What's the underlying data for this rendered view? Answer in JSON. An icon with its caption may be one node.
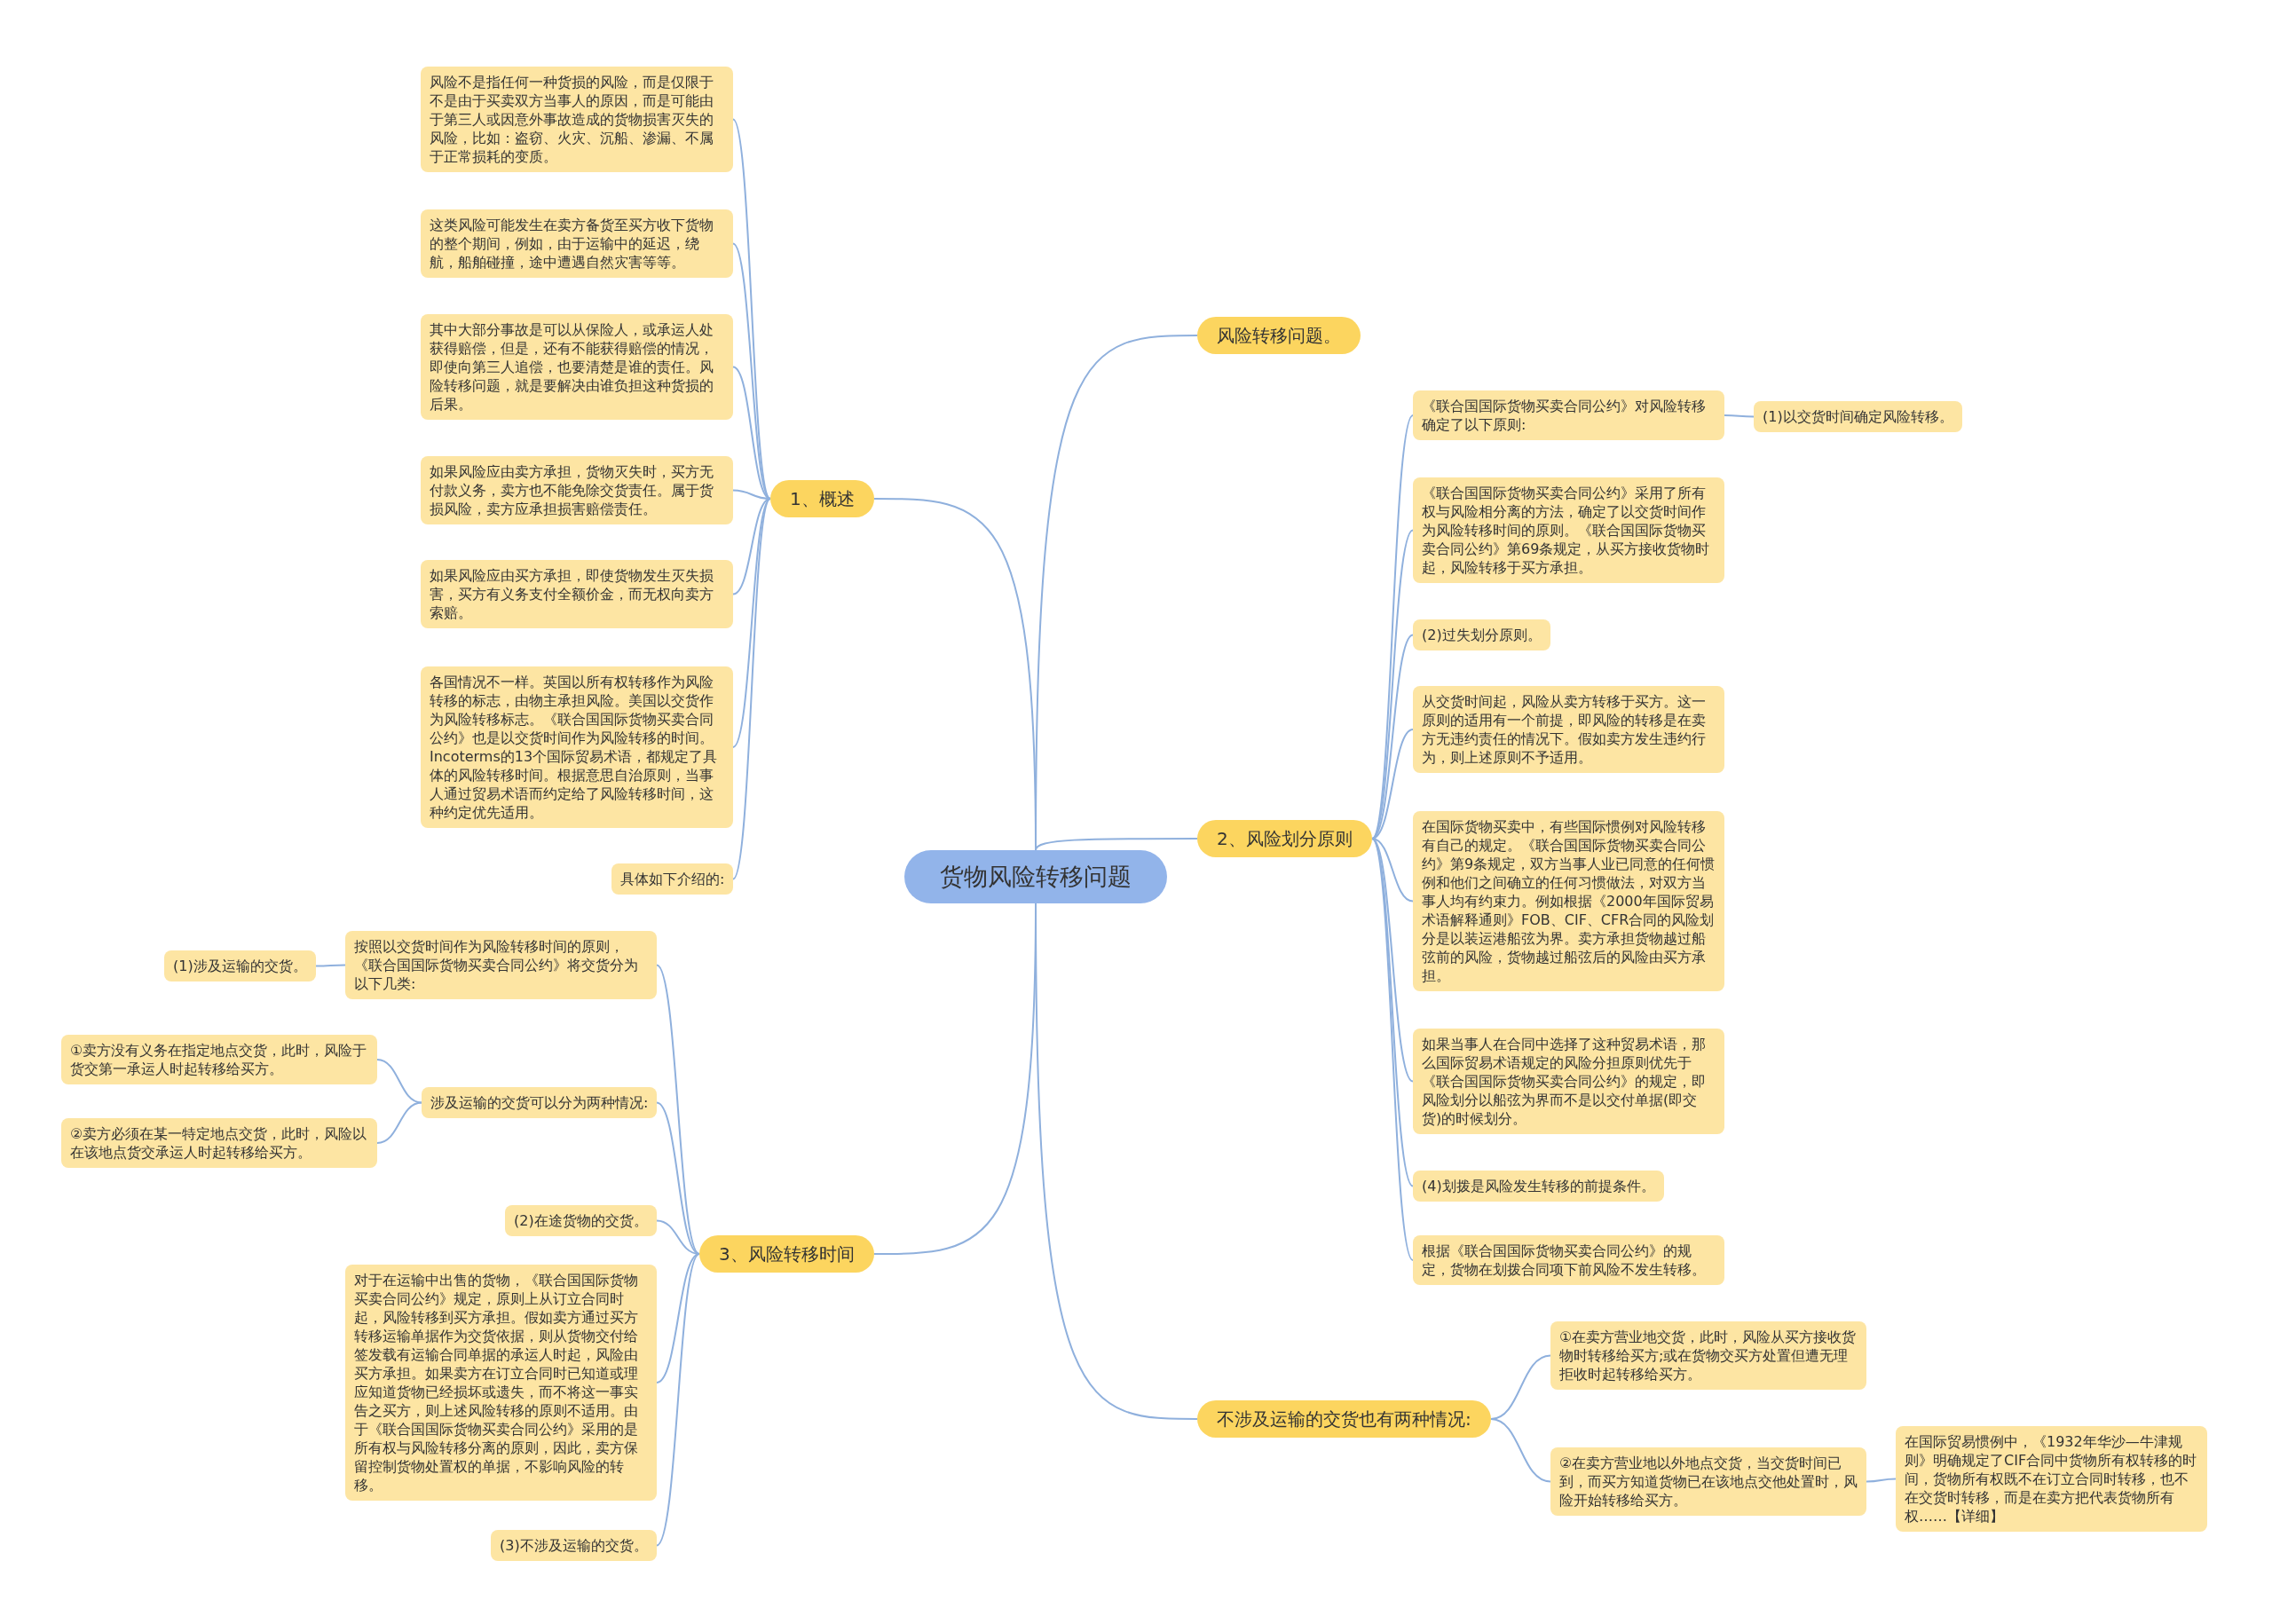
{
  "diagram": {
    "nodes": [
      {
        "text": [
          "货物风险转移问题"
        ]
      },
      {
        "text": [
          "风险转移问题。"
        ]
      },
      {
        "text": [
          "2、风险划分原则"
        ]
      },
      {
        "text": [
          "不涉及运输的交货也有两种情况:"
        ]
      },
      {
        "text": [
          "1、概述"
        ]
      },
      {
        "text": [
          "3、风险转移时间"
        ]
      },
      {
        "text": [
          "风险不是指任何一种货损的风险，而是仅限于不是由于买卖双方当事人的原因，而是可能由于第三人或因意外事故造成的货物损害灭失的风险，比如：盗窃、火灾、沉船、渗漏、不属于正常损耗的变质。"
        ]
      },
      {
        "text": [
          "这类风险可能发生在卖方备货至买方收下货物的整个期间，例如，由于运输中的延迟，绕航，船舶碰撞，途中遭遇自然灾害等等。"
        ]
      },
      {
        "text": [
          "其中大部分事故是可以从保险人，或承运人处获得赔偿，但是，还有不能获得赔偿的情况，即使向第三人追偿，也要清楚是谁的责任。风险转移问题，就是要解决由谁负担这种货损的后果。"
        ]
      },
      {
        "text": [
          "如果风险应由卖方承担，货物灭失时，买方无付款义务，卖方也不能免除交货责任。属于货损风险，卖方应承担损害赔偿责任。"
        ]
      },
      {
        "text": [
          "如果风险应由买方承担，即使货物发生灭失损害，买方有义务支付全额价金，而无权向卖方索赔。"
        ]
      },
      {
        "text": [
          "各国情况不一样。英国以所有权转移作为风险转移的标志，由物主承担风险。美国以交货作为风险转移标志。《联合国国际货物买卖合同公约》也是以交货时间作为风险转移的时间。Incoterms的13个国际贸易术语，都规定了具体的风险转移时间。根据意思自治原则，当事人通过贸易术语而约定给了风险转移时间，这种约定优先适用。"
        ]
      },
      {
        "text": [
          "具体如下介绍的:"
        ]
      },
      {
        "text": [
          "《联合国国际货物买卖合同公约》对风险转移确定了以下原则:"
        ]
      },
      {
        "text": [
          "(1)以交货时间确定风险转移。"
        ]
      },
      {
        "text": [
          "《联合国国际货物买卖合同公约》采用了所有权与风险相分离的方法，确定了以交货时间作为风险转移时间的原则。《联合国国际货物买卖合同公约》第69条规定，从买方接收货物时起，风险转移于买方承担。"
        ]
      },
      {
        "text": [
          "(2)过失划分原则。"
        ]
      },
      {
        "text": [
          "从交货时间起，风险从卖方转移于买方。这一原则的适用有一个前提，即风险的转移是在卖方无违约责任的情况下。假如卖方发生违约行为，则上述原则不予适用。"
        ]
      },
      {
        "text": [
          "在国际货物买卖中，有些国际惯例对风险转移有自己的规定。《联合国国际货物买卖合同公约》第9条规定，双方当事人业已同意的任何惯例和他们之间确立的任何习惯做法，对双方当事人均有约束力。例如根据《2000年国际贸易术语解释通则》FOB、CIF、CFR合同的风险划分是以装运港船弦为界。卖方承担货物越过船弦前的风险，货物越过船弦后的风险由买方承担。"
        ]
      },
      {
        "text": [
          "如果当事人在合同中选择了这种贸易术语，那么国际贸易术语规定的风险分担原则优先于《联合国国际货物买卖合同公约》的规定，即风险划分以船弦为界而不是以交付单据(即交货)的时候划分。"
        ]
      },
      {
        "text": [
          "(4)划拨是风险发生转移的前提条件。"
        ]
      },
      {
        "text": [
          "根据《联合国国际货物买卖合同公约》的规定，货物在划拨合同项下前风险不发生转移。"
        ]
      },
      {
        "text": [
          "①在卖方营业地交货，此时，风险从买方接收货物时转移给买方;或在货物交买方处置但遭无理拒收时起转移给买方。"
        ]
      },
      {
        "text": [
          "②在卖方营业地以外地点交货，当交货时间已到，而买方知道货物已在该地点交他处置时，风险开始转移给买方。"
        ]
      },
      {
        "text": [
          "在国际贸易惯例中，《1932年华沙—牛津规则》明确规定了CIF合同中货物所有权转移的时间，货物所有权既不在订立合同时转移，也不在交货时转移，而是在卖方把代表货物所有权……【详细】"
        ]
      },
      {
        "text": [
          "按照以交货时间作为风险转移时间的原则，《联合国国际货物买卖合同公约》将交货分为以下几类:"
        ]
      },
      {
        "text": [
          "(1)涉及运输的交货。"
        ]
      },
      {
        "text": [
          "涉及运输的交货可以分为两种情况:"
        ]
      },
      {
        "text": [
          "①卖方没有义务在指定地点交货，此时，风险于货交第一承运人时起转移给买方。"
        ]
      },
      {
        "text": [
          "②卖方必须在某一特定地点交货，此时，风险以在该地点货交承运人时起转移给买方。"
        ]
      },
      {
        "text": [
          "(2)在途货物的交货。"
        ]
      },
      {
        "text": [
          "对于在运输中出售的货物，《联合国国际货物买卖合同公约》规定，原则上从订立合同时起，风险转移到买方承担。假如卖方通过买方转移运输单据作为交货依据，则从货物交付给签发载有运输合同单据的承运人时起，风险由买方承担。如果卖方在订立合同时已知道或理应知道货物已经损坏或遗失，而不将这一事实告之买方，则上述风险转移的原则不适用。由于《联合国国际货物买卖合同公约》采用的是所有权与风险转移分离的原则，因此，卖方保留控制货物处置权的单据，不影响风险的转移。"
        ]
      },
      {
        "text": [
          "(3)不涉及运输的交货。"
        ]
      }
    ],
    "edges": [
      {
        "from": 0,
        "to": 1,
        "arrow": "none"
      },
      {
        "from": 0,
        "to": 2,
        "arrow": "none"
      },
      {
        "from": 0,
        "to": 3,
        "arrow": "none"
      },
      {
        "from": 0,
        "to": 4,
        "arrow": "none"
      },
      {
        "from": 0,
        "to": 5,
        "arrow": "none"
      },
      {
        "from": 4,
        "to": 6,
        "arrow": "none"
      },
      {
        "from": 4,
        "to": 7,
        "arrow": "none"
      },
      {
        "from": 4,
        "to": 8,
        "arrow": "none"
      },
      {
        "from": 4,
        "to": 9,
        "arrow": "none"
      },
      {
        "from": 4,
        "to": 10,
        "arrow": "none"
      },
      {
        "from": 4,
        "to": 11,
        "arrow": "none"
      },
      {
        "from": 4,
        "to": 12,
        "arrow": "none"
      },
      {
        "from": 2,
        "to": 13,
        "arrow": "none"
      },
      {
        "from": 13,
        "to": 14,
        "arrow": "none"
      },
      {
        "from": 2,
        "to": 15,
        "arrow": "none"
      },
      {
        "from": 2,
        "to": 16,
        "arrow": "none"
      },
      {
        "from": 2,
        "to": 17,
        "arrow": "none"
      },
      {
        "from": 2,
        "to": 18,
        "arrow": "none"
      },
      {
        "from": 2,
        "to": 19,
        "arrow": "none"
      },
      {
        "from": 2,
        "to": 20,
        "arrow": "none"
      },
      {
        "from": 2,
        "to": 21,
        "arrow": "none"
      },
      {
        "from": 3,
        "to": 22,
        "arrow": "none"
      },
      {
        "from": 3,
        "to": 23,
        "arrow": "none"
      },
      {
        "from": 23,
        "to": 24,
        "arrow": "none"
      },
      {
        "from": 5,
        "to": 25,
        "arrow": "none"
      },
      {
        "from": 25,
        "to": 26,
        "arrow": "none"
      },
      {
        "from": 5,
        "to": 27,
        "arrow": "none"
      },
      {
        "from": 27,
        "to": 28,
        "arrow": "none"
      },
      {
        "from": 27,
        "to": 29,
        "arrow": "none"
      },
      {
        "from": 5,
        "to": 30,
        "arrow": "none"
      },
      {
        "from": 5,
        "to": 31,
        "arrow": "none"
      },
      {
        "from": 5,
        "to": 32,
        "arrow": "none"
      }
    ]
  }
}
